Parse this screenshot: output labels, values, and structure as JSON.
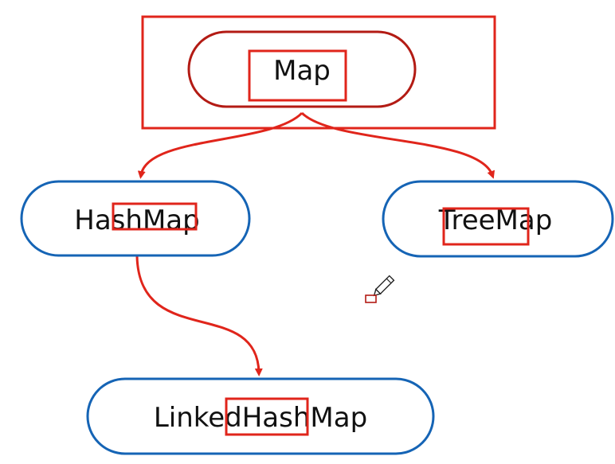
{
  "diagram": {
    "nodes": {
      "map": {
        "label": "Map"
      },
      "hashmap": {
        "label": "HashMap"
      },
      "treemap": {
        "label": "TreeMap"
      },
      "linkedhashmap": {
        "label": "LinkedHashMap"
      }
    },
    "colors": {
      "annotation_red": "#e0251b",
      "map_outline": "#b31b14",
      "node_blue": "#1564b5",
      "text": "#111111",
      "background": "#ffffff"
    }
  },
  "cursor": {
    "icon": "pencil-icon"
  }
}
